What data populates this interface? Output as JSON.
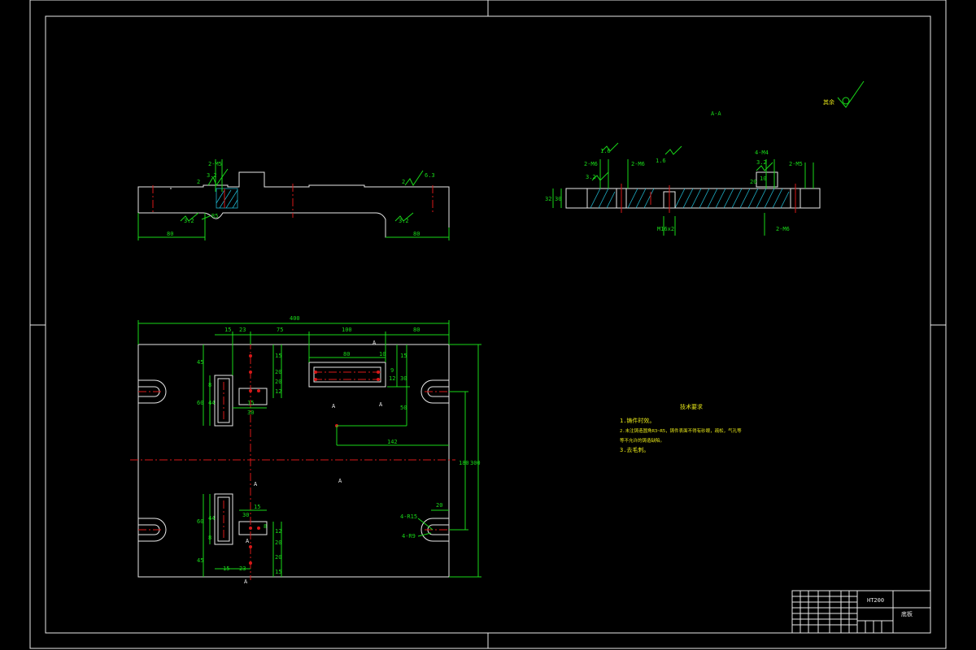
{
  "section_label": "A-A",
  "roughness_other": "其余",
  "colors": {
    "background": "#000000",
    "outline": "#e8e8e8",
    "dimension": "#19d919",
    "centerline": "#d81818",
    "hatch": "#1fb0c8",
    "notes": "#e6e619"
  },
  "front_view": {
    "labels": {
      "hole_left": "2-M5",
      "rough_left": "3.2",
      "dim_2_left": "2",
      "rough_right": "6.3",
      "dim_2_right": "2",
      "rough_bottom_left": "3.2",
      "radius": "R5",
      "rough_bottom_right": "3.2",
      "width_left": "80",
      "width_right": "80"
    }
  },
  "section_view": {
    "labels": {
      "rough_a": "1.6",
      "rough_b": "1.6",
      "hole_a": "2-M6",
      "hole_b": "2-M6",
      "hole_c": "4-M4",
      "rough_c": "3.2",
      "hole_d": "2-M5",
      "rough_left": "3.2",
      "thread_bottom": "M16x2",
      "hole_bottom": "2-M6",
      "height_outer": "32",
      "height_inner": "30",
      "small_dim": "20",
      "small_dim2": "10"
    }
  },
  "plan_view": {
    "labels": {
      "total_width": "400",
      "d15_top": "15",
      "d23_top": "23",
      "d75": "75",
      "d100": "100",
      "d80_top": "80",
      "d80_slot": "80",
      "d10": "10",
      "d9": "9",
      "d12": "12",
      "d15_r": "15",
      "d30_r": "30",
      "d45_left": "45",
      "d60_left": "60",
      "d8_left": "8",
      "d44_left": "44",
      "d15_c": "15",
      "d30_c": "30",
      "d20_a": "20",
      "d20_b": "20",
      "d12_c": "12",
      "d15_v": "15",
      "d50": "50",
      "d142": "142",
      "d180": "180",
      "d300": "300",
      "d20_r": "20",
      "r15": "4-R15",
      "r9": "4-R9",
      "d60_bl": "60",
      "d44_bl": "44",
      "d8_bl": "8",
      "d45_bl": "45",
      "d15_bl": "15",
      "d23_bl": "23",
      "d30_b": "30",
      "d15_b": "15",
      "d8_b": "8",
      "d12_b": "12",
      "d20_c": "20",
      "d20_d": "20",
      "d15_bb": "15",
      "sec_a1": "A",
      "sec_a2": "A",
      "sec_a3": "A",
      "sec_a4": "A",
      "sec_a5": "A",
      "sec_a6": "A",
      "sec_a7": "A"
    }
  },
  "notes": {
    "title": "技术要求",
    "lines": [
      "1.铸件时效。",
      "2.未注铸造圆角R3~R5，铸件表面不得有砂眼，疏松，气孔等",
      "等不允许的铸造缺陷。",
      "3.去毛刺。"
    ]
  },
  "title_block": {
    "material": "HT200",
    "name": "底板"
  }
}
